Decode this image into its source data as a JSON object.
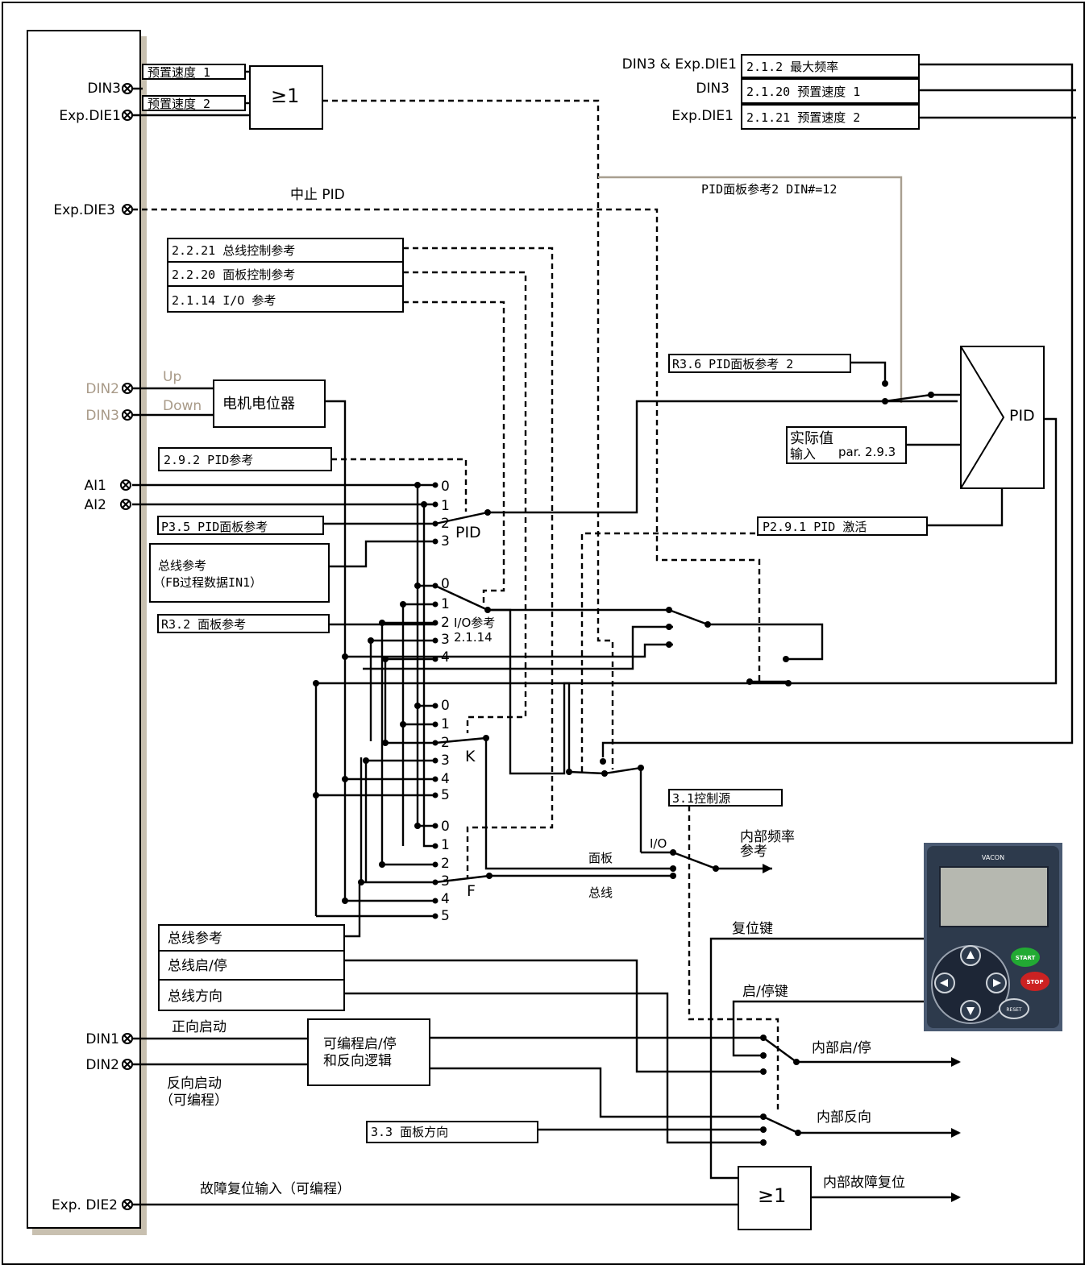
{
  "inputs": {
    "din3": "DIN3",
    "exp_die1": "Exp.DIE1",
    "exp_die3": "Exp.DIE3",
    "din2_pot": "DIN2",
    "din3_pot": "DIN3",
    "ai1": "AI1",
    "ai2": "AI2",
    "din1": "DIN1",
    "din2": "DIN2",
    "exp_die2": "Exp. DIE2"
  },
  "preset": {
    "box1": "预置速度 1",
    "box2": "预置速度 2",
    "or_label": "≥1"
  },
  "max_freq": {
    "label1": "DIN3 & Exp.DIE1",
    "label2": "DIN3",
    "label3": "Exp.DIE1",
    "row1": "2.1.2 最大频率",
    "row2": "2.1.20 预置速度 1",
    "row3": "2.1.21 预置速度 2"
  },
  "stop_pid": "中止 PID",
  "pid_panel_ref2_din": "PID面板参考2 DIN#=12",
  "control_refs": {
    "r1": "2.2.21 总线控制参考",
    "r2": "2.2.20 面板控制参考",
    "r3": "2.1.14 I/O 参考"
  },
  "motor_pot": {
    "up": "Up",
    "down": "Down",
    "label": "电机电位器"
  },
  "pid_ref": "2.9.2 PID参考",
  "pid_panel_ref": "P3.5 PID面板参考",
  "fb_ref_line1": "总线参考",
  "fb_ref_line2": "（FB过程数据IN1）",
  "panel_ref": "R3.2 面板参考",
  "r36": "R3.6 PID面板参考 2",
  "actual_value_line1": "实际值",
  "actual_value_line2": "输入",
  "actual_value_par": "par. 2.9.3",
  "pid_block": "PID",
  "pid_activate": "P2.9.1 PID 激活",
  "selectors": {
    "pid": "PID",
    "io_ref_line1": "I/O参考",
    "io_ref_line2": "2.1.14",
    "k": "K",
    "f": "F",
    "n0": "0",
    "n1": "1",
    "n2": "2",
    "n3": "3",
    "n4": "4",
    "n5": "5"
  },
  "control_source": "3.1控制源",
  "io": "I/O",
  "panel": "面板",
  "bus": "总线",
  "internal_freq_ref_line1": "内部频率",
  "internal_freq_ref_line2": "参考",
  "bus_boxes": {
    "ref": "总线参考",
    "start_stop": "总线启/停",
    "direction": "总线方向"
  },
  "reset_key": "复位键",
  "start_stop_key": "启/停键",
  "forward_start": "正向启动",
  "reverse_start_line1": "反向启动",
  "reverse_start_line2": "（可编程）",
  "prog_logic_line1": "可编程启/停",
  "prog_logic_line2": "和反向逻辑",
  "internal_start_stop": "内部启/停",
  "internal_reverse": "内部反向",
  "panel_direction": "3.3 面板方向",
  "fault_reset_input": "故障复位输入（可编程）",
  "fault_or": "≥1",
  "internal_fault_reset": "内部故障复位",
  "keypad": {
    "brand": "VACON",
    "start": "START",
    "stop": "STOP",
    "reset": "RESET"
  },
  "colors": {
    "line": "#000000",
    "gray_line": "#a89f90",
    "tan_text": "#a89a88",
    "keypad_body": "#2d3a4c",
    "keypad_screen": "#b6b8b0",
    "start_button": "#22aa33",
    "stop_button": "#cc2222"
  }
}
